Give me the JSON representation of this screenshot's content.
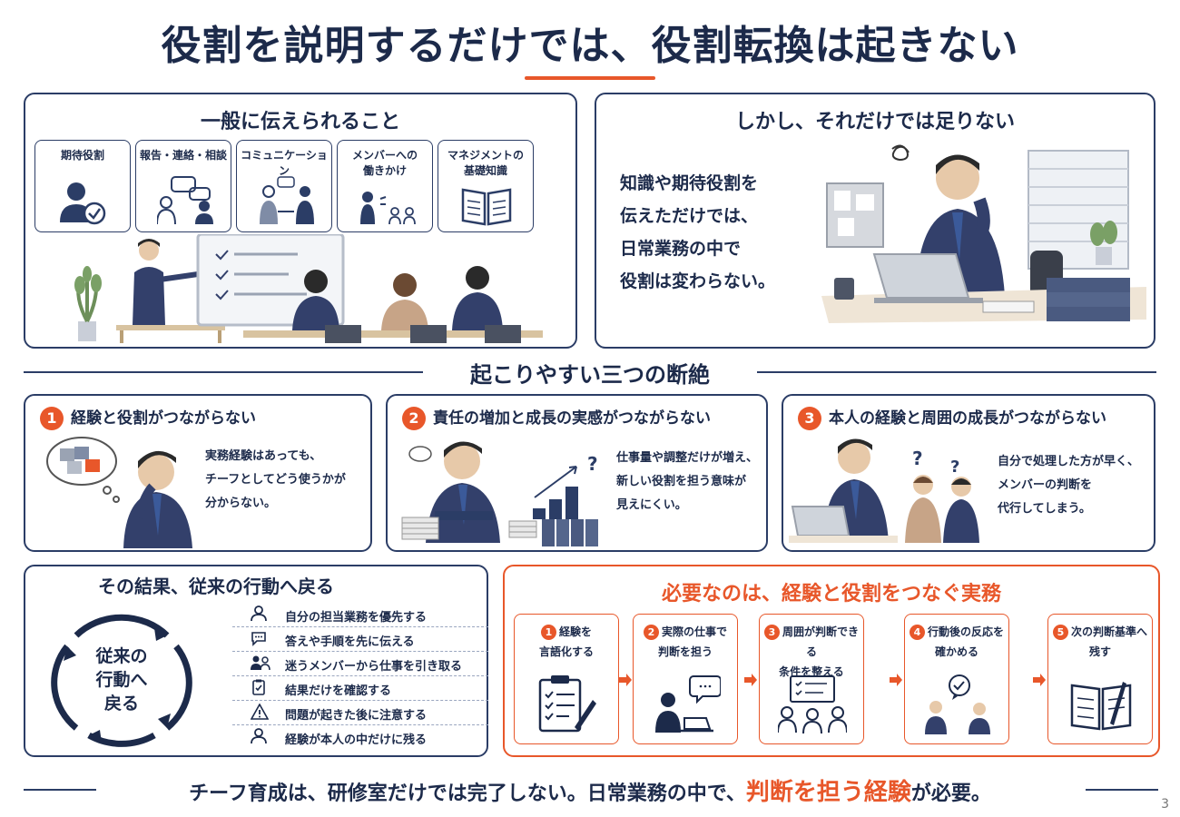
{
  "title": "役割を説明するだけでは、役割転換は起きない",
  "top_left": {
    "heading": "一般に伝えられること",
    "items": [
      {
        "label": "期待役割"
      },
      {
        "label": "報告・連絡・相談"
      },
      {
        "label": "コミュニケーション"
      },
      {
        "label": "メンバーへの\n働きかけ"
      },
      {
        "label": "マネジメントの\n基礎知識"
      }
    ]
  },
  "top_right": {
    "heading": "しかし、それだけでは足りない",
    "lines": [
      "知識や期待役割を",
      "伝えただけでは、",
      "日常業務の中で",
      "役割は変わらない。"
    ]
  },
  "section_title": "起こりやすい三つの断絶",
  "gaps": [
    {
      "num": "1",
      "heading": "経験と役割がつながらない",
      "lines": [
        "実務経験はあっても、",
        "チーフとしてどう使うかが",
        "分からない。"
      ]
    },
    {
      "num": "2",
      "heading": "責任の増加と成長の実感がつながらない",
      "lines": [
        "仕事量や調整だけが増え、",
        "新しい役割を担う意味が",
        "見えにくい。"
      ]
    },
    {
      "num": "3",
      "heading": "本人の経験と周囲の成長がつながらない",
      "lines": [
        "自分で処理した方が早く、",
        "メンバーの判断を",
        "代行してしまう。"
      ]
    }
  ],
  "result": {
    "heading": "その結果、従来の行動へ戻る",
    "cycle_lines": [
      "従来の",
      "行動へ",
      "戻る"
    ],
    "items": [
      {
        "icon": "person-icon",
        "text": "自分の担当業務を優先する"
      },
      {
        "icon": "speech-bubble-icon",
        "text": "答えや手順を先に伝える"
      },
      {
        "icon": "people-icon",
        "text": "迷うメンバーから仕事を引き取る"
      },
      {
        "icon": "clipboard-icon",
        "text": "結果だけを確認する"
      },
      {
        "icon": "warning-icon",
        "text": "問題が起きた後に注意する"
      },
      {
        "icon": "person-icon",
        "text": "経験が本人の中だけに残る"
      }
    ]
  },
  "needed": {
    "heading": "必要なのは、経験と役割をつなぐ実務",
    "steps": [
      {
        "num": "1",
        "lines": [
          "経験を",
          "言語化する"
        ]
      },
      {
        "num": "2",
        "lines": [
          "実際の仕事で",
          "判断を担う"
        ]
      },
      {
        "num": "3",
        "lines": [
          "周囲が判断できる",
          "条件を整える"
        ]
      },
      {
        "num": "4",
        "lines": [
          "行動後の反応を",
          "確かめる"
        ]
      },
      {
        "num": "5",
        "lines": [
          "次の判断基準へ",
          "残す"
        ]
      }
    ]
  },
  "footer": {
    "before": "チーフ育成は、研修室だけでは完了しない。日常業務の中で、",
    "highlight": "判断を担う経験",
    "after": "が必要。"
  },
  "page_number": "3",
  "colors": {
    "navy": "#1c2a4a",
    "accent": "#e8572a"
  }
}
